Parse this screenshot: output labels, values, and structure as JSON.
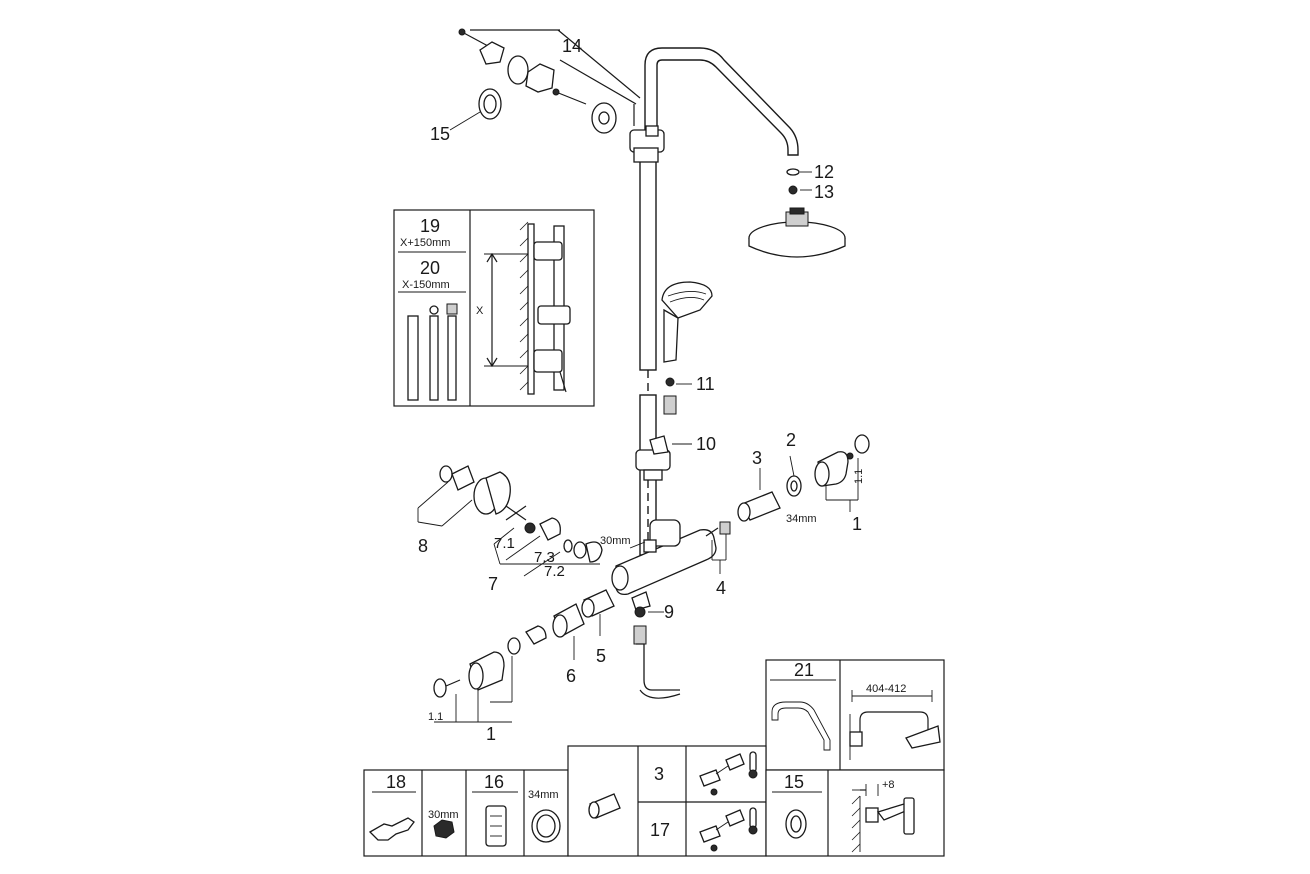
{
  "callouts": {
    "c1": "1",
    "c1_1a": "1.1",
    "c1b": "1",
    "c1_1b": "1.1",
    "c2": "2",
    "c3": "3",
    "c4": "4",
    "c5": "5",
    "c6": "6",
    "c7": "7",
    "c7_1": "7.1",
    "c7_2": "7.2",
    "c7_3": "7.3",
    "c8": "8",
    "c9": "9",
    "c10": "10",
    "c11": "11",
    "c12": "12",
    "c13": "13",
    "c14": "14",
    "c15": "15",
    "dim_34": "34mm",
    "dim_30": "30mm"
  },
  "inset_rail": {
    "n19": "19",
    "d19": "X+150mm",
    "n20": "20",
    "d20": "X-150mm",
    "x_label": "X"
  },
  "box21": {
    "num": "21",
    "dim": "404-412"
  },
  "bottom_boxes": {
    "b18": "18",
    "b18_dim": "30mm",
    "b16": "16",
    "b16_dim": "34mm",
    "b3": "3",
    "b17": "17",
    "b15": "15",
    "b15_dim": "+8"
  },
  "icons": [
    "wrench-icon",
    "thermometer-icon",
    "hex-nut-icon",
    "filter-icon",
    "ring-icon",
    "cartridge-icon"
  ]
}
